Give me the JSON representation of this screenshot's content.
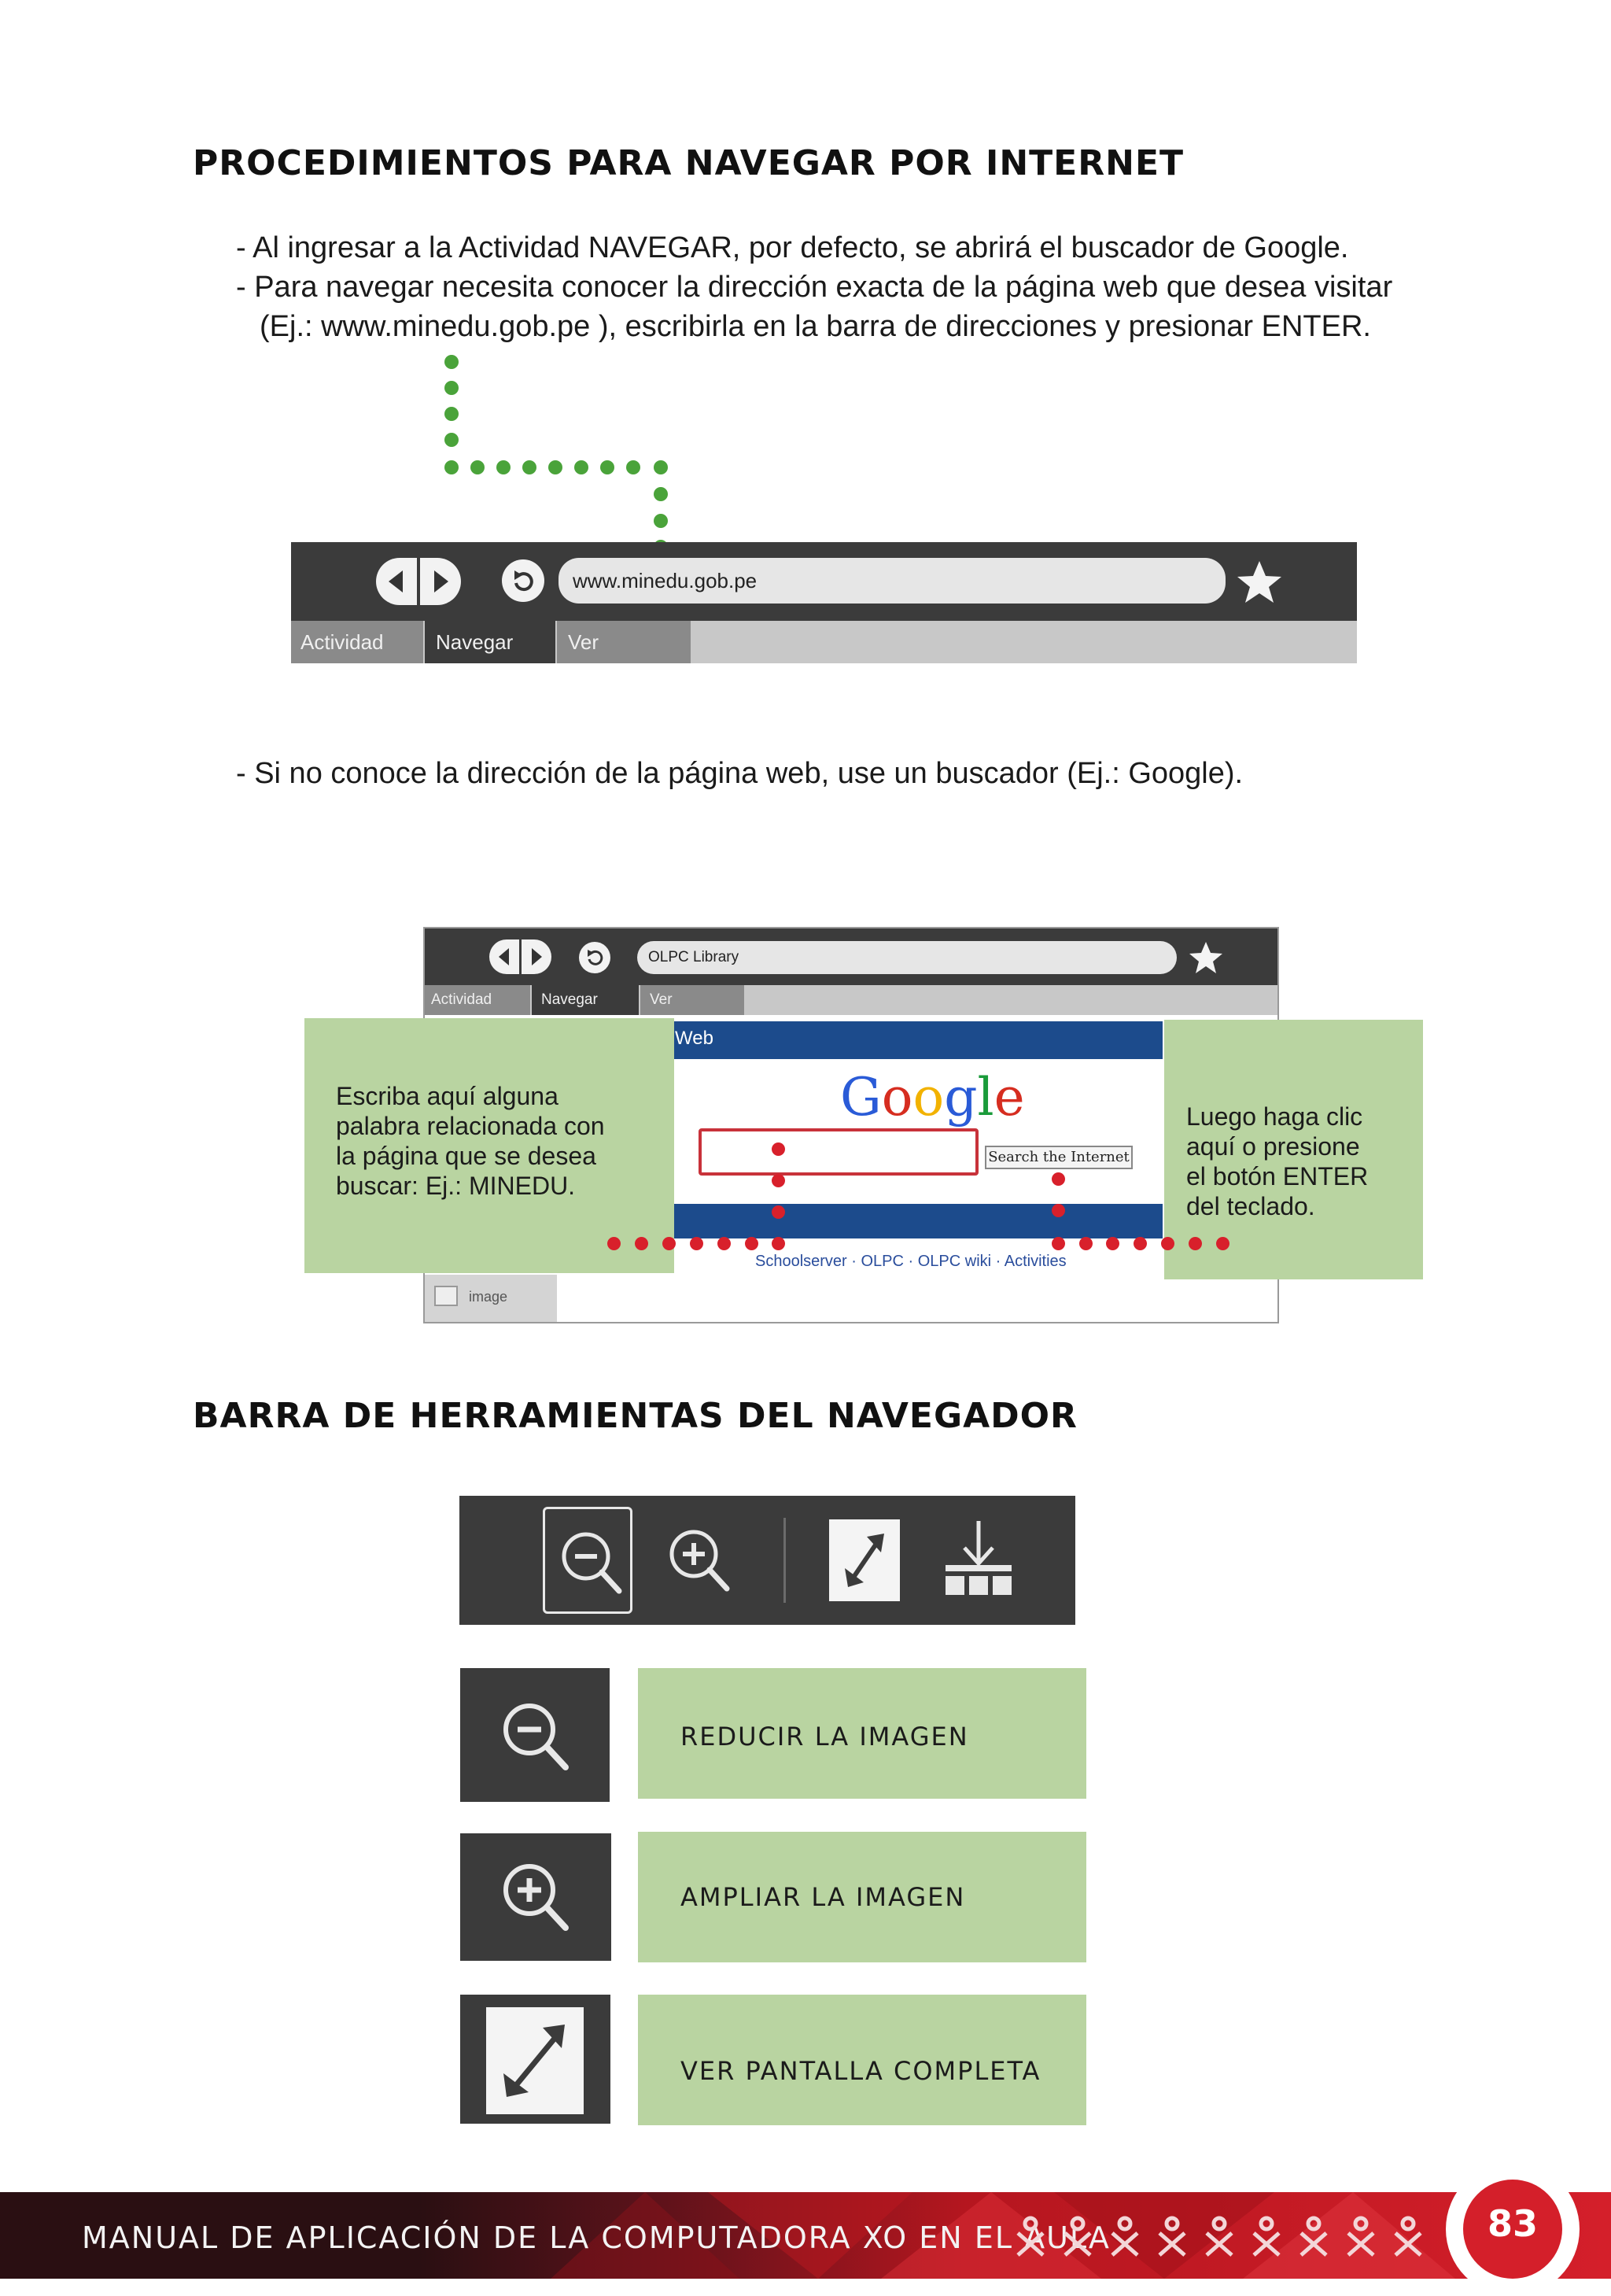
{
  "section1": {
    "heading": "PROCEDIMIENTOS PARA NAVEGAR POR INTERNET",
    "bullets": [
      "- Al ingresar a la Actividad NAVEGAR, por defecto, se abrirá el buscador de Google.",
      "- Para navegar necesita conocer la dirección exacta de la página web que desea visitar",
      "(Ej.: www.minedu.gob.pe ), escribirla en la barra de direcciones y presionar ENTER."
    ]
  },
  "browser_bar": {
    "url": "www.minedu.gob.pe",
    "tabs": [
      "Actividad",
      "Navegar",
      "Ver"
    ]
  },
  "section2": {
    "bullet": "- Si no conoce la dirección de la página web, use un buscador (Ej.: Google)."
  },
  "google_screen": {
    "url": "OLPC Library",
    "tabs": [
      "Actividad",
      "Navegar",
      "Ver"
    ],
    "web_label": "Web",
    "logo": "Google",
    "search_button": "Search the Internet",
    "links": "Schoolserver · OLPC · OLPC wiki · Activities",
    "side_item": "image",
    "left_callout": [
      "Escriba aquí alguna",
      "palabra relacionada con",
      "la página que se desea",
      "buscar: Ej.: MINEDU."
    ],
    "right_callout": [
      "Luego haga clic",
      "aquí o presione",
      "el botón ENTER",
      "del  teclado."
    ]
  },
  "section3": {
    "heading": "BARRA DE HERRAMIENTAS DEL NAVEGADOR",
    "toolbar_icons": [
      "zoom-out-icon",
      "zoom-in-icon",
      "fullscreen-icon",
      "download-icon"
    ],
    "items": [
      {
        "icon": "zoom-out-icon",
        "label": "REDUCIR LA IMAGEN"
      },
      {
        "icon": "zoom-in-icon",
        "label": "AMPLIAR LA IMAGEN"
      },
      {
        "icon": "fullscreen-icon",
        "label": "VER PANTALLA COMPLETA"
      }
    ]
  },
  "footer": {
    "title": "MANUAL DE APLICACIÓN DE LA COMPUTADORA XO EN EL AULA",
    "page_number": "83"
  },
  "colors": {
    "dotted_green": "#4aa33a",
    "dotted_red": "#d8202b",
    "callout_green": "#b9d4a1",
    "toolbar_gray": "#3b3b3b",
    "footer_dark": "#2a0f12",
    "footer_red": "#d41f2a"
  }
}
